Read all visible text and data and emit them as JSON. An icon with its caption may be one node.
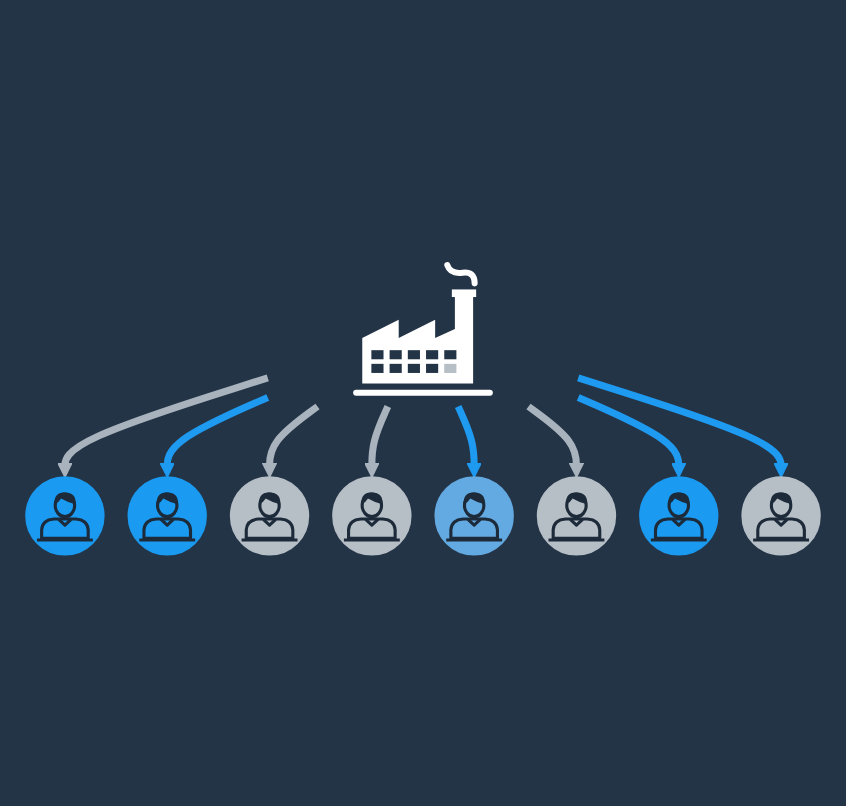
{
  "diagram": {
    "nodes": [
      {
        "text": [],
        "shape": "person"
      },
      {
        "text": [],
        "shape": "person"
      },
      {
        "text": [],
        "shape": "person"
      },
      {
        "text": [],
        "shape": "person"
      },
      {
        "text": [],
        "shape": "picture"
      },
      {
        "text": [],
        "shape": "person"
      },
      {
        "text": [],
        "shape": "person"
      },
      {
        "text": [],
        "shape": "person"
      },
      {
        "text": [],
        "shape": "person"
      }
    ],
    "edges": [
      {
        "from": 4,
        "to": 0,
        "arrow": "to",
        "color": "#a9b3bd"
      },
      {
        "from": 4,
        "to": 1,
        "arrow": "to",
        "color": "#1e9af0"
      },
      {
        "from": 4,
        "to": 2,
        "arrow": "to",
        "color": "#a9b3bd"
      },
      {
        "from": 4,
        "to": 3,
        "arrow": "to",
        "color": "#a9b3bd"
      },
      {
        "from": 4,
        "to": 5,
        "arrow": "to",
        "color": "#1e9af0"
      },
      {
        "from": 4,
        "to": 6,
        "arrow": "to",
        "color": "#a9b3bd"
      },
      {
        "from": 4,
        "to": 7,
        "arrow": "to",
        "color": "#1e9af0"
      },
      {
        "from": 4,
        "to": 8,
        "arrow": "to",
        "color": "#1e9af0"
      }
    ]
  }
}
